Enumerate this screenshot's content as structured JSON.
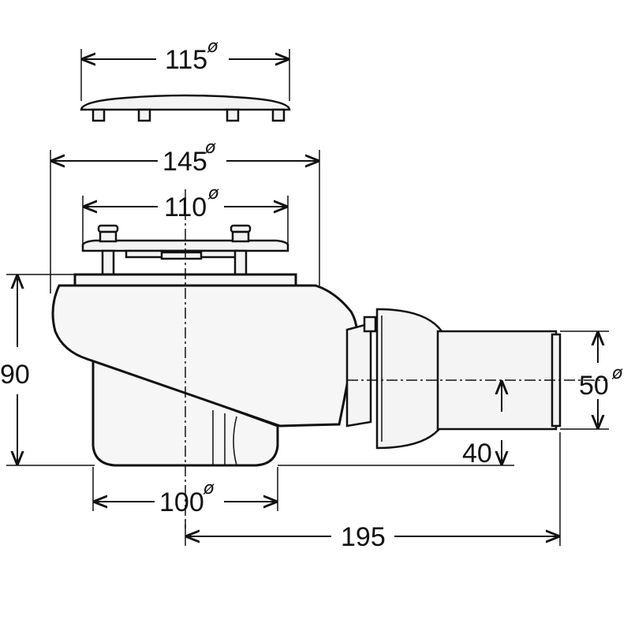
{
  "diagram": {
    "dimensions": {
      "cover_diameter": {
        "value": "115",
        "symbol": "ø"
      },
      "outer_diameter": {
        "value": "145",
        "symbol": "ø"
      },
      "inner_diameter": {
        "value": "110",
        "symbol": "ø"
      },
      "height": {
        "value": "90"
      },
      "outlet_diameter": {
        "value": "50",
        "symbol": "ø"
      },
      "outlet_height": {
        "value": "40"
      },
      "base_diameter": {
        "value": "100",
        "symbol": "ø"
      },
      "length": {
        "value": "195"
      }
    },
    "colors": {
      "line": "#111111",
      "fill": "#f6f6f6",
      "background": "#ffffff"
    }
  }
}
